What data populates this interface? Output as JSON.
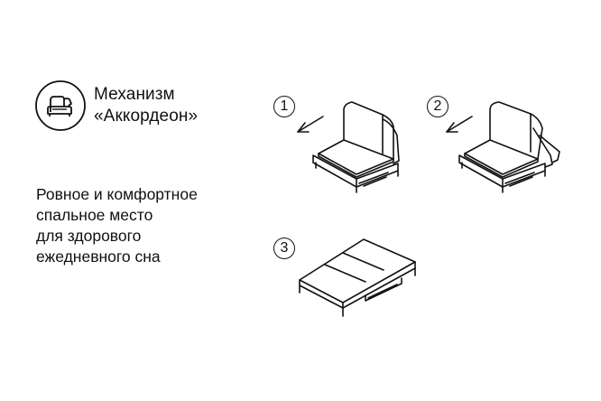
{
  "title": {
    "line1": "Механизм",
    "line2": "«Аккордеон»"
  },
  "description": {
    "lines": [
      "Ровное и комфортное",
      "спальное место",
      "для здорового",
      "ежедневного сна"
    ]
  },
  "steps": [
    {
      "number": "1"
    },
    {
      "number": "2"
    },
    {
      "number": "3"
    }
  ],
  "colors": {
    "ink": "#111111",
    "background": "#ffffff"
  },
  "icons": {
    "badge": "sofa-bed-icon",
    "arrow": "arrow-down-left-icon"
  }
}
